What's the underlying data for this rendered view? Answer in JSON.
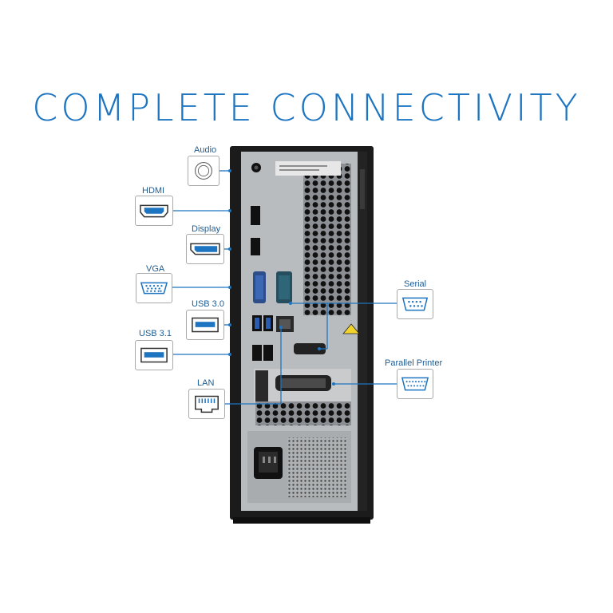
{
  "title": "COMPLETE CONNECTIVITY",
  "ports_left": [
    {
      "label": "Audio",
      "icon": "audio-jack-icon"
    },
    {
      "label": "HDMI",
      "icon": "hdmi-port-icon"
    },
    {
      "label": "Display",
      "icon": "displayport-icon"
    },
    {
      "label": "VGA",
      "icon": "vga-port-icon"
    },
    {
      "label": "USB 3.0",
      "icon": "usb-3-0-port-icon"
    },
    {
      "label": "USB 3.1",
      "icon": "usb-3-1-port-icon"
    },
    {
      "label": "LAN",
      "icon": "ethernet-port-icon"
    }
  ],
  "ports_right": [
    {
      "label": "Serial",
      "icon": "serial-port-icon"
    },
    {
      "label": "Parallel Printer",
      "icon": "parallel-port-icon"
    }
  ],
  "colors": {
    "accent": "#1d74c0",
    "label_text": "#1d5c93",
    "chassis": "#1b1b1b",
    "panel": "#b9bcbe"
  }
}
